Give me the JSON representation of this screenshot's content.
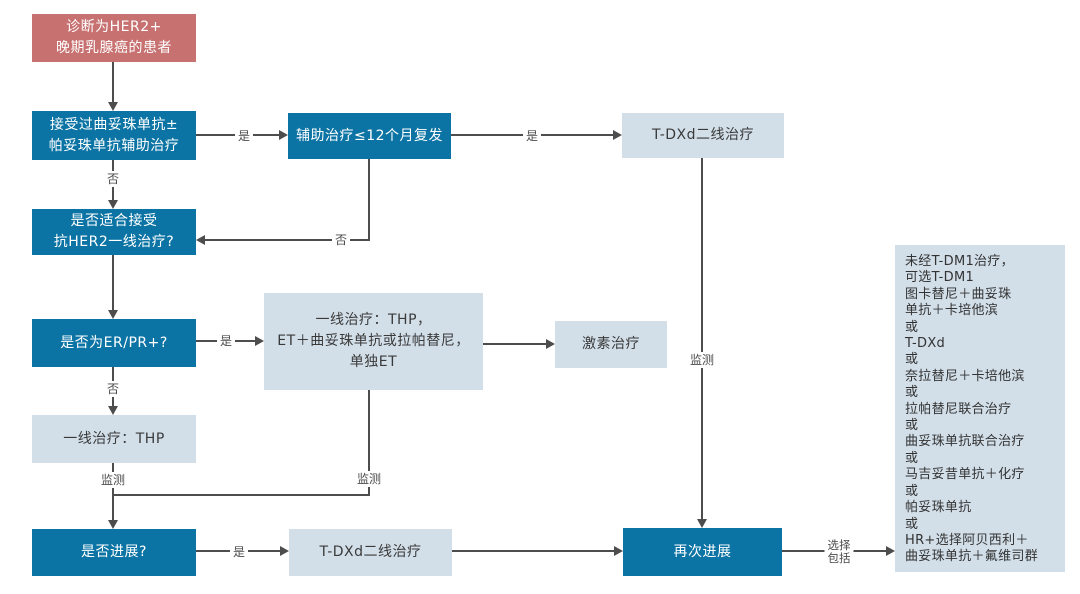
{
  "diagram": {
    "description_nodes": {
      "diagnosis": "诊断为HER2+\n晚期乳腺癌的患者",
      "adjuvant_received": "接受过曲妥珠单抗±\n帕妥珠单抗辅助治疗",
      "relapse_within_12mo": "辅助治疗≤12个月复发",
      "tdxd_second_line_top": "T-DXd二线治疗",
      "eligible_first_line": "是否适合接受\n抗HER2一线治疗?",
      "er_pr_positive": "是否为ER/PR+?",
      "first_line_options": "一线治疗：THP，\nET＋曲妥珠单抗或拉帕替尼，\n单独ET",
      "hormone_therapy": "激素治疗",
      "first_line_thp": "一线治疗：THP",
      "progression": "是否进展?",
      "tdxd_second_line_bottom": "T-DXd二线治疗",
      "re_progression": "再次进展",
      "later_line_options": "未经T-DM1治疗，\n可选T-DM1\n图卡替尼＋曲妥珠\n单抗＋卡培他滨\n或\nT-DXd\n或\n奈拉替尼＋卡培他滨\n或\n拉帕替尼联合治疗\n或\n曲妥珠单抗联合治疗\n或\n马吉妥昔单抗＋化疗\n或\n帕妥珠单抗\n或\nHR+选择阿贝西利＋\n曲妥珠单抗＋氟维司群"
    },
    "edge_labels": {
      "yes_to_relapse": "是",
      "yes_to_tdxd": "是",
      "no_adjuvant": "否",
      "no_relapse": "否",
      "yes_erpr": "是",
      "no_erpr": "否",
      "monitor_left": "监测",
      "monitor_mid": "监测",
      "monitor_right": "监测",
      "yes_progress": "是",
      "select_include": "选择\n包括"
    },
    "colors": {
      "start_box": "#c77171",
      "decision_box": "#0c74a4",
      "option_box": "#d2dfe9",
      "connector_line": "#4d4d4d",
      "decision_text": "#ffffff",
      "option_text": "#3a3a3a"
    }
  }
}
